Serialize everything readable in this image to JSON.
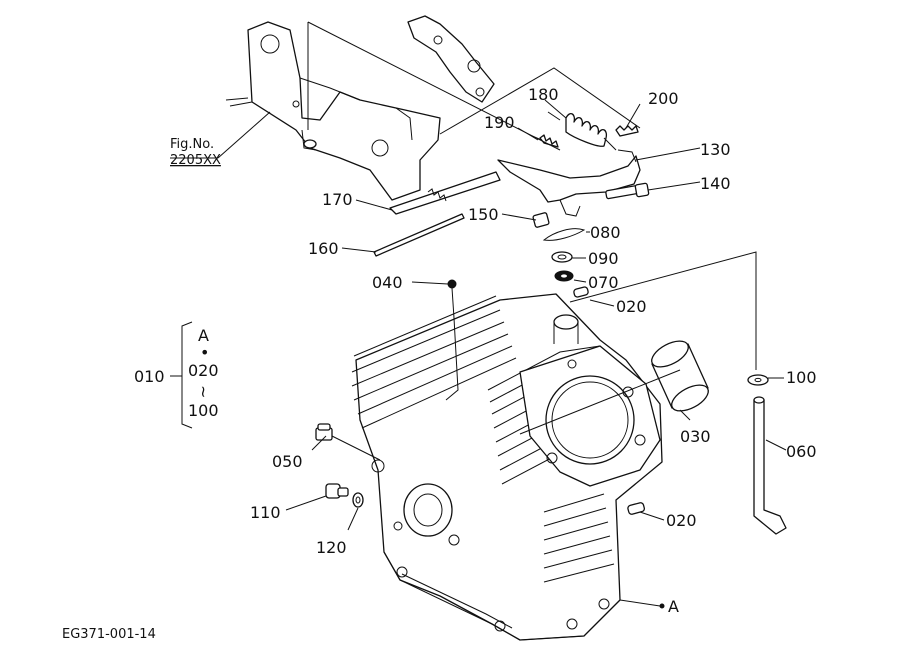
{
  "labels": {
    "fig_no": "Fig.No.",
    "fig_ref": "2205XX",
    "p200": "200",
    "p180": "180",
    "p190": "190",
    "p130": "130",
    "p140": "140",
    "p170": "170",
    "p150": "150",
    "p080": "080",
    "p160": "160",
    "p090": "090",
    "p070": "070",
    "p040": "040",
    "p020a": "020",
    "p100a": "100",
    "p030": "030",
    "p060": "060",
    "p050": "050",
    "p110": "110",
    "p120": "120",
    "p020b": "020",
    "ref_a": "A",
    "doc_code": "EG371-001-14"
  },
  "assembly_group": {
    "number": "010",
    "members": [
      "A",
      "•",
      "020",
      "~",
      "100"
    ]
  }
}
